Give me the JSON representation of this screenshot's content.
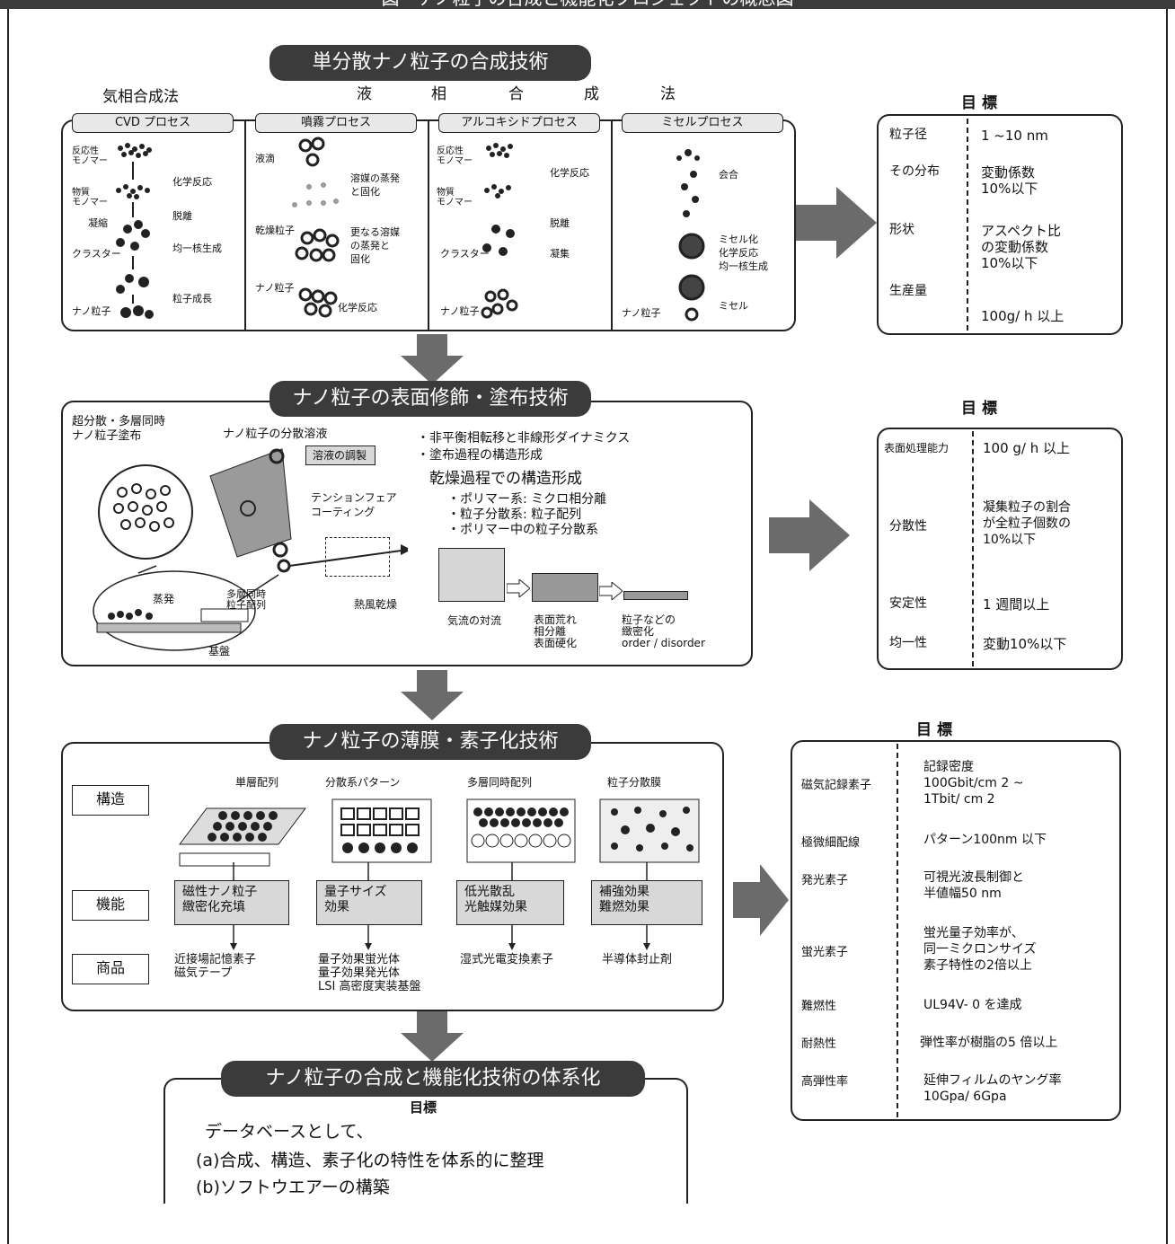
{
  "header": {
    "title": "図　ナノ粒子の合成と機能化プロジェクトの概念図"
  },
  "section1": {
    "title": "単分散ナノ粒子の合成技術",
    "method_gas": "気相合成法",
    "method_liquid": [
      "液",
      "相",
      "合",
      "成",
      "法"
    ],
    "tabs": [
      "CVD プロセス",
      "噴霧プロセス",
      "アルコキシドプロセス",
      "ミセルプロセス"
    ],
    "cvd_labels": [
      "反応性\nモノマー",
      "化学反応",
      "物質\nモノマー",
      "凝縮",
      "脱離",
      "クラスター",
      "均一核生成",
      "ナノ粒子",
      "粒子成長"
    ],
    "spray_labels": [
      "液滴",
      "溶媒の蒸発\nと固化",
      "乾燥粒子",
      "更なる溶媒\nの蒸発と\n固化",
      "ナノ粒子",
      "化学反応"
    ],
    "alkoxide_labels": [
      "反応性\nモノマー",
      "化学反応",
      "物質\nモノマー",
      "脱離",
      "クラスター",
      "凝集",
      "ナノ粒子"
    ],
    "micelle_labels": [
      "会合",
      "ミセル化\n化学反応\n均一核生成",
      "ナノ粒子",
      "ミセル"
    ]
  },
  "goal1": {
    "title": "目 標",
    "rows": [
      {
        "k": "粒子径",
        "v": "1 ~10 nm"
      },
      {
        "k": "その分布",
        "v": "変動係数\n10%以下"
      },
      {
        "k": "形状",
        "v": "アスペクト比\nの変動係数\n10%以下"
      },
      {
        "k": "生産量",
        "v": "100g/ h 以上"
      }
    ]
  },
  "section2": {
    "title": "ナノ粒子の表面修飾・塗布技術",
    "top_left": "超分散・多層同時\nナノ粒子塗布",
    "dispersion": "ナノ粒子の分散溶液",
    "adjust": "溶液の調製",
    "tension": "テンションフェア\nコーティング",
    "bullets": "・非平衡相転移と非線形ダイナミクス\n・塗布過程の構造形成",
    "dry_title": "乾燥過程での構造形成",
    "dry_items": "・ポリマー系: ミクロ相分離\n・粒子分散系: 粒子配列\n・ポリマー中の粒子分散系",
    "evap": "蒸発",
    "multilayer": "多層同時\n粒子配列",
    "substrate": "基盤",
    "hot_air": "熱風乾燥",
    "cap1": "気流の対流",
    "cap2": "表面荒れ\n相分離\n表面硬化",
    "cap3": "粒子などの\n緻密化\norder / disorder"
  },
  "goal2": {
    "title": "目 標",
    "rows": [
      {
        "k": "表面処理能力",
        "v": "100 g/ h 以上"
      },
      {
        "k": "分散性",
        "v": "凝集粒子の割合\nが全粒子個数の\n10%以下"
      },
      {
        "k": "安定性",
        "v": "1 週間以上"
      },
      {
        "k": "均一性",
        "v": "変動10%以下"
      }
    ]
  },
  "section3": {
    "title": "ナノ粒子の薄膜・素子化技術",
    "rows": [
      "構造",
      "機能",
      "商品"
    ],
    "columns": [
      "単層配列",
      "分散系パターン",
      "多層同時配列",
      "粒子分散膜"
    ],
    "functions": [
      "磁性ナノ粒子\n緻密化充填",
      "量子サイズ\n効果",
      "低光散乱\n光触媒効果",
      "補強効果\n難燃効果"
    ],
    "products": [
      "近接場記憶素子\n磁気テープ",
      "量子効果蛍光体\n量子効果発光体\nLSI 高密度実装基盤",
      "湿式光電変換素子",
      "半導体封止剤"
    ]
  },
  "goal3": {
    "title": "目 標",
    "rows": [
      {
        "k": "磁気記録素子",
        "v": "記録密度\n100Gbit/cm 2 ~\n1Tbit/ cm 2"
      },
      {
        "k": "極微細配線",
        "v": "パターン100nm 以下"
      },
      {
        "k": "発光素子",
        "v": "可視光波長制御と\n半値幅50 nm"
      },
      {
        "k": "蛍光素子",
        "v": "蛍光量子効率が、\n同一ミクロンサイズ\n素子特性の2倍以上"
      },
      {
        "k": "難燃性",
        "v": "UL94V- 0 を達成"
      },
      {
        "k": "耐熱性",
        "v": "弾性率が樹脂の5 倍以上"
      },
      {
        "k": "高弾性率",
        "v": "延伸フィルムのヤング率\n10Gpa/ 6Gpa"
      }
    ]
  },
  "section4": {
    "title": "ナノ粒子の合成と機能化技術の体系化",
    "goal": "目標",
    "lines": [
      "データベースとして、",
      "(a)合成、構造、素子化の特性を体系的に整理",
      "(b)ソフトウエアーの構築"
    ]
  },
  "colors": {
    "dark": "#3b3b3b",
    "arrow": "#6b6b6b",
    "cell": "#d8d8d8"
  }
}
